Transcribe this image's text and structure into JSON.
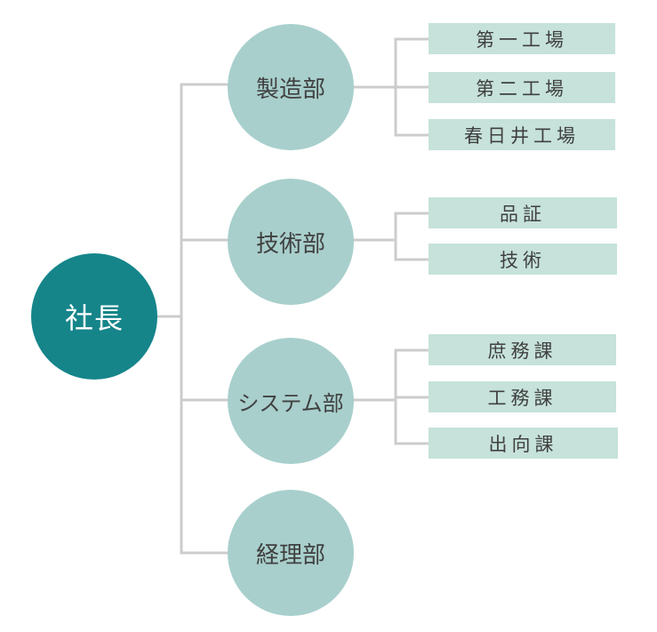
{
  "colors": {
    "root_fill": "#15858a",
    "root_text": "#ffffff",
    "dept_fill": "#a8cfcc",
    "unit_fill": "#c6e2da",
    "label_text": "#404040",
    "connector": "#cccccc"
  },
  "org": {
    "root": {
      "label": "社長",
      "icon": "none"
    },
    "departments": [
      {
        "label": "製造部",
        "units": [
          {
            "label": "第一工場"
          },
          {
            "label": "第二工場"
          },
          {
            "label": "春日井工場"
          }
        ]
      },
      {
        "label": "技術部",
        "units": [
          {
            "label": "品証"
          },
          {
            "label": "技術"
          }
        ]
      },
      {
        "label": "システム部",
        "units": [
          {
            "label": "庶務課"
          },
          {
            "label": "工務課"
          },
          {
            "label": "出向課"
          }
        ]
      },
      {
        "label": "経理部",
        "units": []
      }
    ]
  }
}
